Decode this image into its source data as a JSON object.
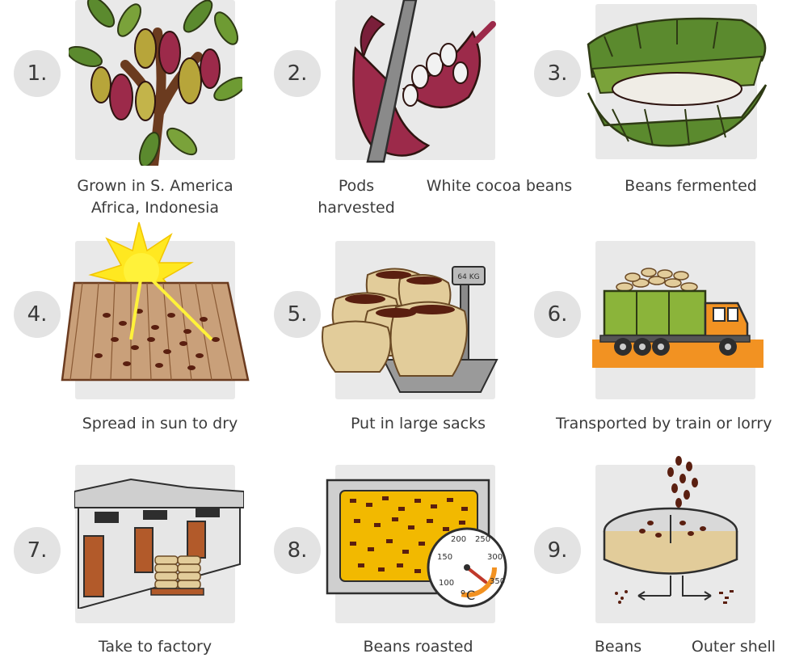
{
  "steps": [
    {
      "number": "1.",
      "caption_lines": [
        "Grown in S. America",
        "Africa, Indonesia"
      ]
    },
    {
      "number": "2.",
      "caption_left_lines": [
        "Pods",
        "harvested"
      ],
      "caption_right": "White cocoa beans"
    },
    {
      "number": "3.",
      "caption_lines": [
        "Beans fermented"
      ]
    },
    {
      "number": "4.",
      "caption_lines": [
        "Spread in sun to dry"
      ]
    },
    {
      "number": "5.",
      "caption_lines": [
        "Put in large sacks"
      ],
      "scale_label": "64 KG"
    },
    {
      "number": "6.",
      "caption_lines": [
        "Transported by train or lorry"
      ]
    },
    {
      "number": "7.",
      "caption_lines": [
        "Take to factory"
      ]
    },
    {
      "number": "8.",
      "caption_lines": [
        "Beans roasted"
      ],
      "thermometer": {
        "ticks": [
          "100",
          "150",
          "200",
          "250",
          "300",
          "350"
        ],
        "unit": "°C"
      }
    },
    {
      "number": "9.",
      "caption_left": "Beans",
      "caption_right": "Outer shell"
    }
  ],
  "colors": {
    "badge": "#e3e3e3",
    "tile": "#e9e9e9",
    "pod_red": "#9c2a4a",
    "pod_olive": "#b7a53a",
    "leaf": "#5b8a2e",
    "bean": "#5a1f10",
    "truck": "#8bb43a",
    "orange": "#f29222"
  }
}
